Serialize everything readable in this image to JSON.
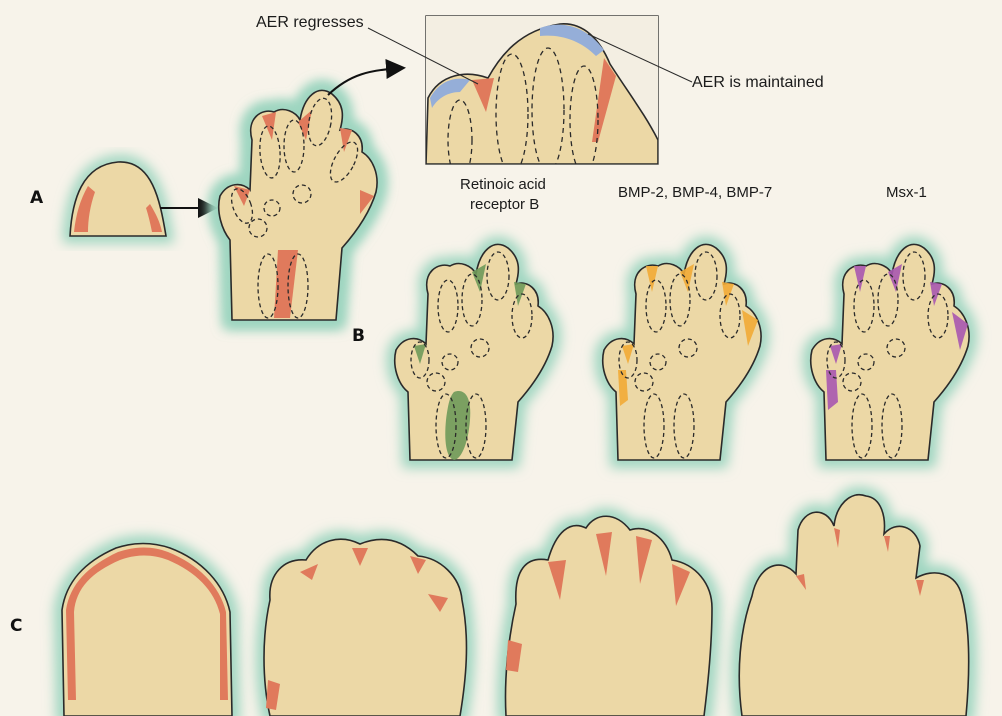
{
  "panels": {
    "a": "A",
    "b": "B",
    "c": "C"
  },
  "callouts": {
    "aer_regresses": "AER regresses",
    "aer_maintained": "AER is maintained"
  },
  "gene_labels": {
    "retinoic_line1": "Retinoic acid",
    "retinoic_line2": "receptor B",
    "bmp": "BMP-2, BMP-4, BMP-7",
    "msx": "Msx-1"
  },
  "colors": {
    "tissue": "#ecd8a6",
    "aer_red": "#e07a5c",
    "aer_blue": "#95aed8",
    "green": "#6f9a5a",
    "orange": "#f2ab36",
    "purple": "#a858b0",
    "halo": "#9dd5c0",
    "outline": "#2a2a2a"
  }
}
